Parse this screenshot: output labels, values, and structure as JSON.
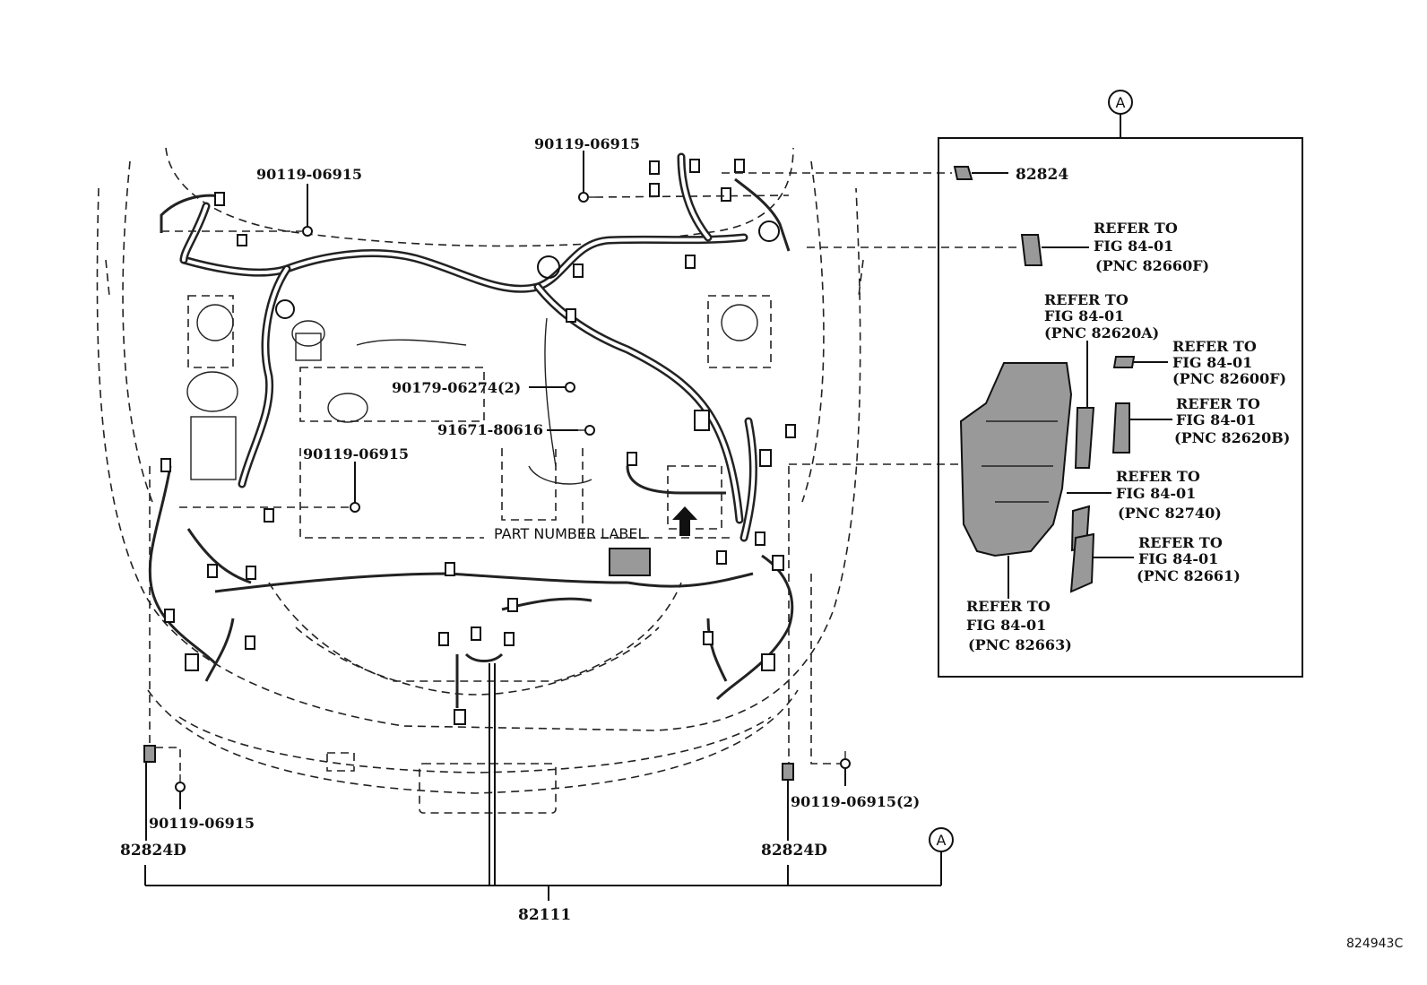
{
  "diagram_id": "824943C",
  "callout_marker": "A",
  "labels": {
    "bolt_top_left": "90119-06915",
    "bolt_top_center": "90119-06915",
    "clip_90179": "90179-06274(2)",
    "bolt_91671": "91671-80616",
    "bolt_center_left": "90119-06915",
    "part_number_label": "PART NUMBER LABEL",
    "bolt_bottom_left": "90119-06915",
    "bolt_bottom_right": "90119-06915(2)",
    "grommet_left": "82824D",
    "grommet_right": "82824D",
    "main_harness": "82111"
  },
  "inset": {
    "part_82824": "82824",
    "refs": [
      {
        "line1": "REFER TO",
        "line2": "FIG 84-01",
        "line3": "(PNC 82660F)"
      },
      {
        "line1": "REFER TO",
        "line2": "FIG 84-01",
        "line3": "(PNC 82620A)"
      },
      {
        "line1": "REFER TO",
        "line2": "FIG 84-01",
        "line3": "(PNC 82600F)"
      },
      {
        "line1": "REFER TO",
        "line2": "FIG 84-01",
        "line3": "(PNC 82620B)"
      },
      {
        "line1": "REFER TO",
        "line2": "FIG 84-01",
        "line3": "(PNC 82740)"
      },
      {
        "line1": "REFER TO",
        "line2": "FIG 84-01",
        "line3": "(PNC 82661)"
      },
      {
        "line1": "REFER TO",
        "line2": "FIG 84-01",
        "line3": "(PNC 82663)"
      }
    ]
  }
}
